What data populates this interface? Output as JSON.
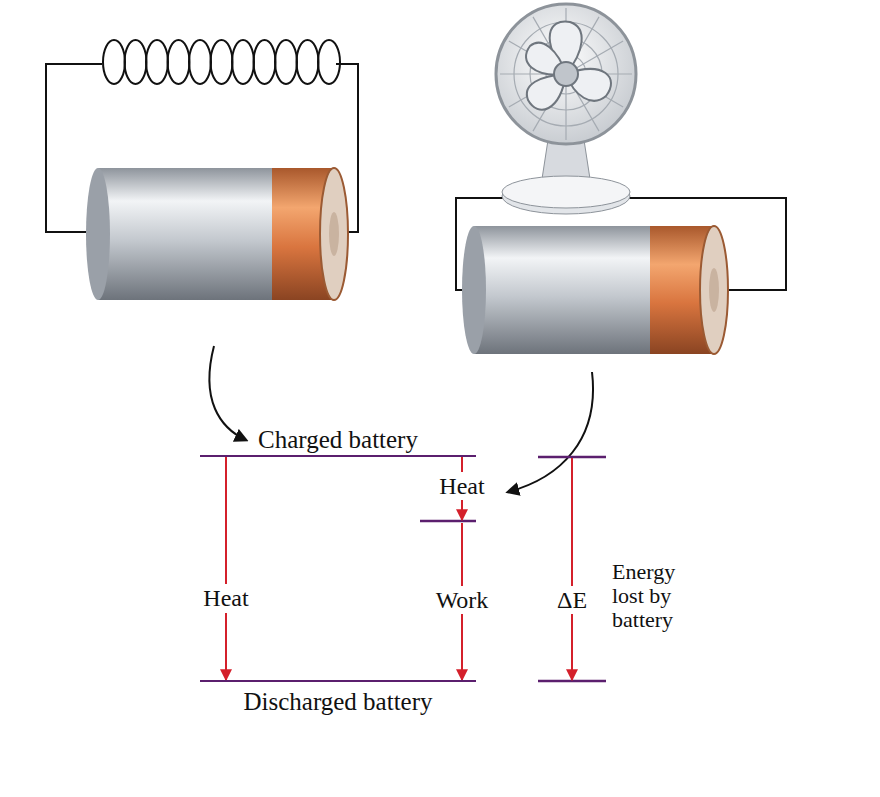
{
  "diagram": {
    "nodes": [
      {
        "text": [
          "Charged battery"
        ]
      },
      {
        "text": [
          "Discharged battery"
        ]
      }
    ],
    "edges": [
      {
        "from": 0,
        "to": 1,
        "arrow": "to",
        "label": "Heat"
      }
    ],
    "labels": [
      "Heat",
      "Work",
      "ΔE",
      "Energy lost by battery"
    ]
  }
}
